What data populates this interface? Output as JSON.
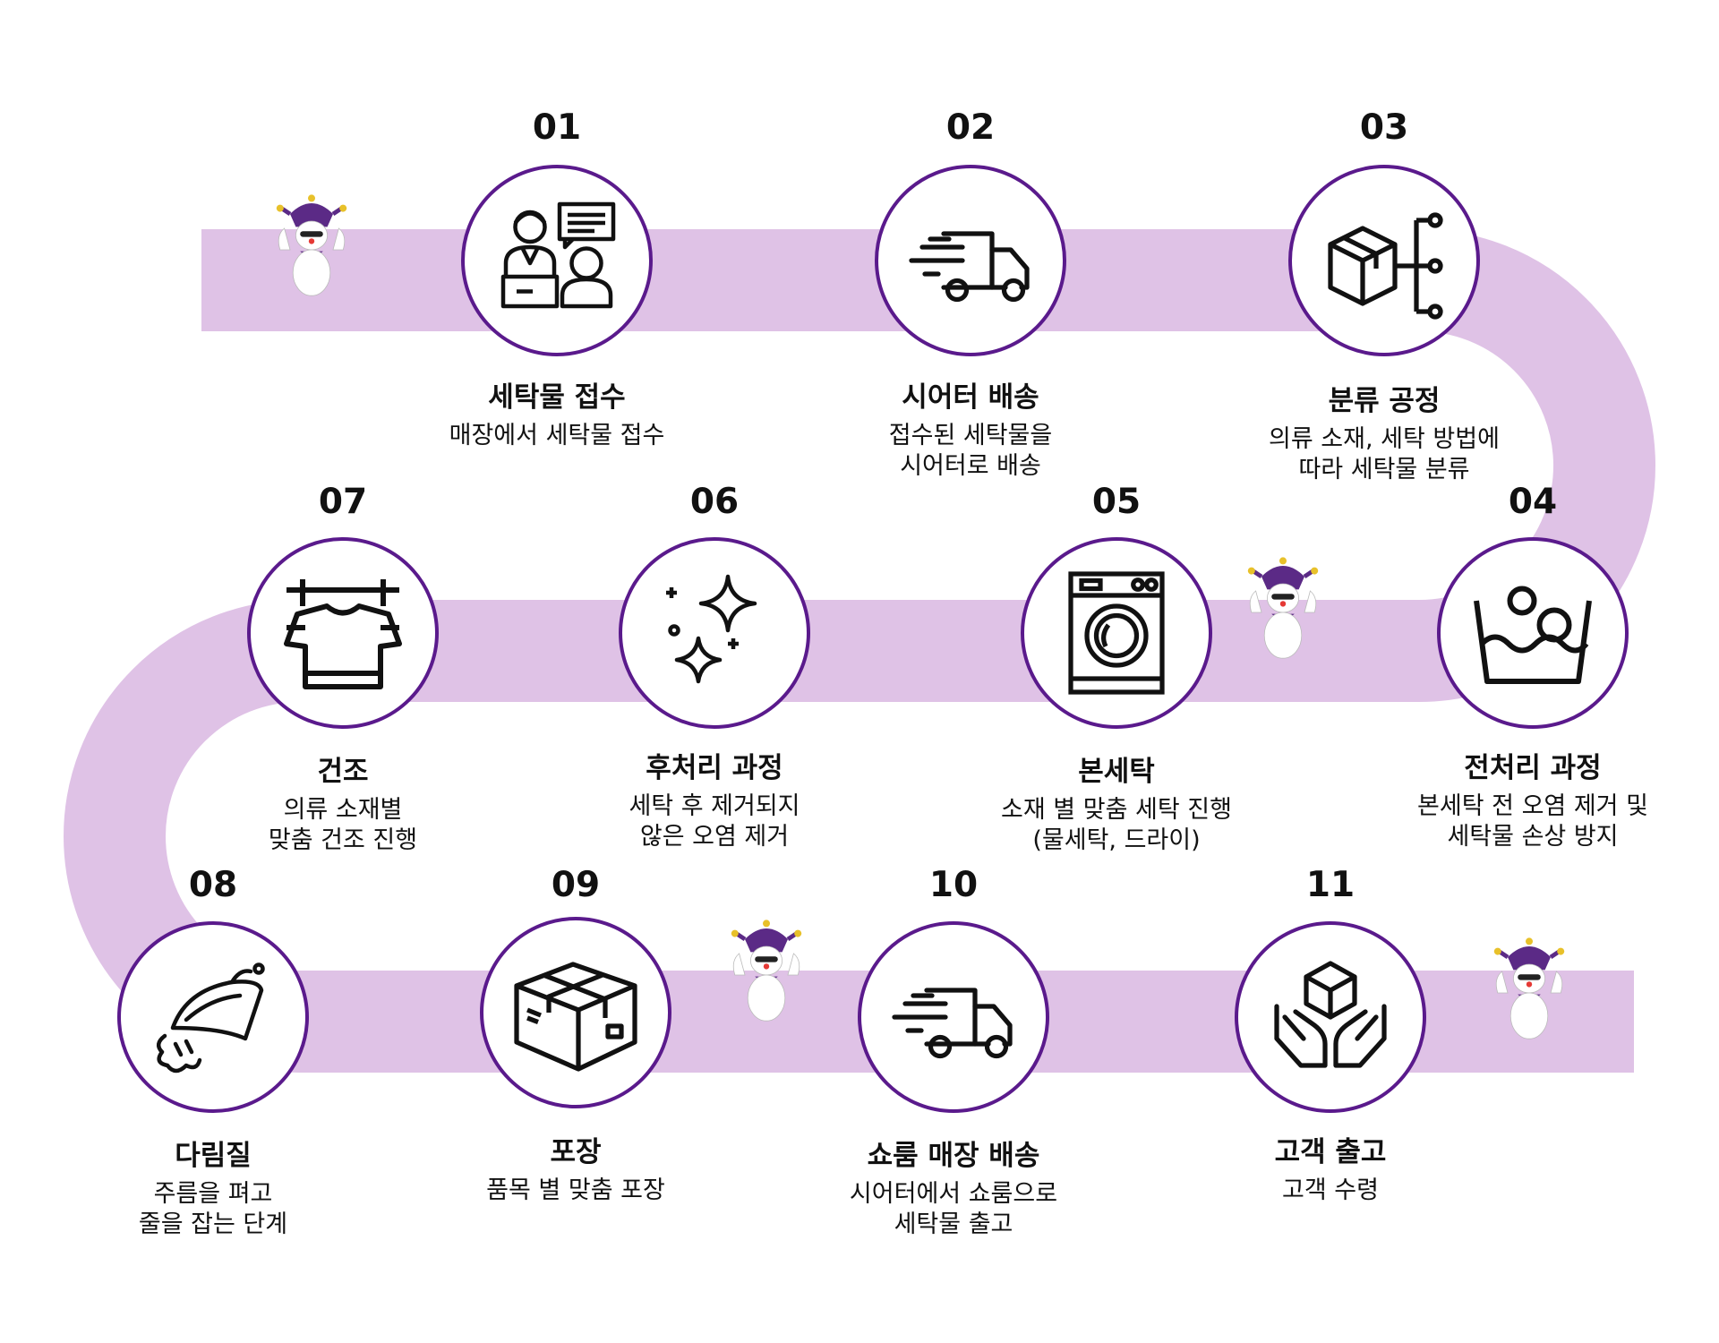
{
  "steps": [
    {
      "num": "01",
      "title": "세탁물 접수",
      "desc1": "매장에서 세탁물 접수",
      "desc2": ""
    },
    {
      "num": "02",
      "title": "시어터 배송",
      "desc1": "접수된 세탁물을",
      "desc2": "시어터로 배송"
    },
    {
      "num": "03",
      "title": "분류 공정",
      "desc1": "의류 소재, 세탁 방법에",
      "desc2": "따라 세탁물 분류"
    },
    {
      "num": "04",
      "title": "전처리 과정",
      "desc1": "본세탁 전 오염 제거 및",
      "desc2": "세탁물 손상 방지"
    },
    {
      "num": "05",
      "title": "본세탁",
      "desc1": "소재 별 맞춤 세탁 진행",
      "desc2": "(물세탁, 드라이)"
    },
    {
      "num": "06",
      "title": "후처리 과정",
      "desc1": "세탁 후 제거되지",
      "desc2": "않은 오염 제거"
    },
    {
      "num": "07",
      "title": "건조",
      "desc1": "의류 소재별",
      "desc2": "맞춤 건조 진행"
    },
    {
      "num": "08",
      "title": "다림질",
      "desc1": "주름을 펴고",
      "desc2": "줄을 잡는 단계"
    },
    {
      "num": "09",
      "title": "포장",
      "desc1": "품목 별 맞춤 포장",
      "desc2": ""
    },
    {
      "num": "10",
      "title": "쇼룸 매장 배송",
      "desc1": "시어터에서 쇼룸으로",
      "desc2": "세탁물 출고"
    },
    {
      "num": "11",
      "title": "고객 출고",
      "desc1": "고객 수령",
      "desc2": ""
    }
  ],
  "icons": [
    "reception-icon",
    "delivery-truck-icon",
    "sorting-box-icon",
    "wash-basin-icon",
    "washing-machine-icon",
    "sparkles-icon",
    "drying-shirt-icon",
    "steam-iron-icon",
    "package-box-icon",
    "delivery-truck-icon",
    "hands-box-icon"
  ],
  "colors": {
    "track": "#dfc2e6",
    "circle_border": "#5a1a8c",
    "mascot_purple": "#5b2a86"
  }
}
